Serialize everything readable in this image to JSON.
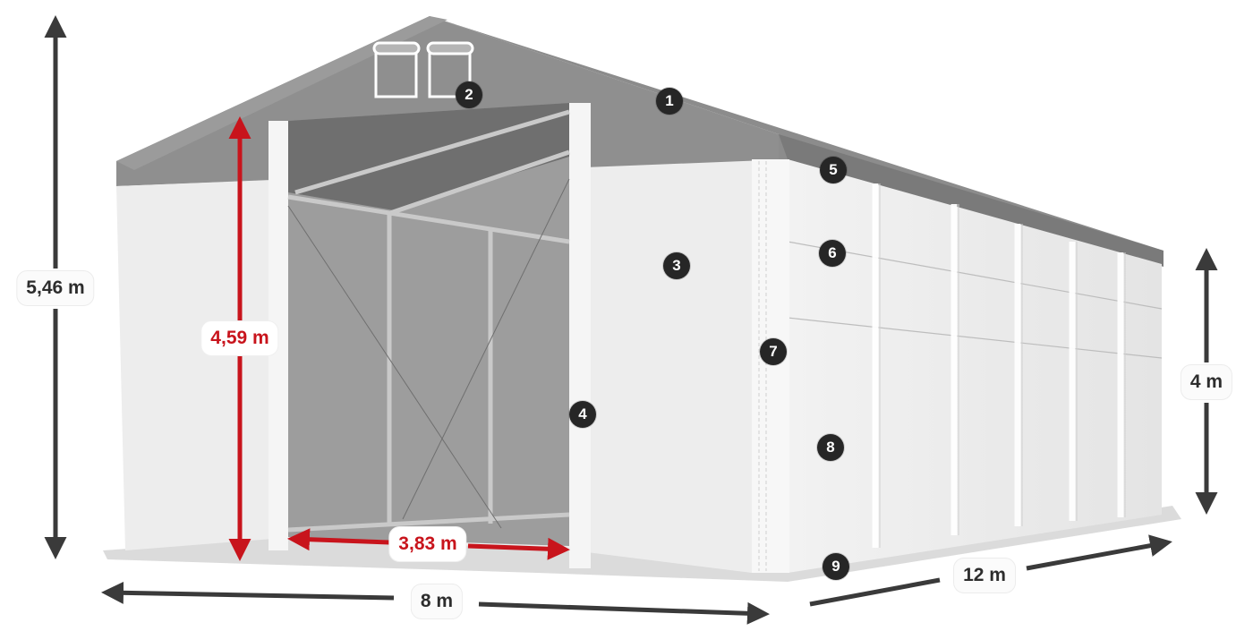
{
  "diagram": {
    "subject": "tent",
    "colors": {
      "roof": "#8a8a8a",
      "roof_dark": "#6e6e6e",
      "walls": "#ebebeb",
      "interior": "#9a9a9a",
      "dimension_dark": "#3a3a3a",
      "dimension_accent": "#c8141c",
      "marker_bg": "#262626",
      "marker_text": "#ffffff"
    },
    "dimensions": {
      "total_height": "5,46 m",
      "door_height": "4,59 m",
      "door_width": "3,83 m",
      "side_height": "4 m",
      "width": "8 m",
      "length": "12 m"
    },
    "markers": [
      "1",
      "2",
      "3",
      "4",
      "5",
      "6",
      "7",
      "8",
      "9"
    ]
  }
}
